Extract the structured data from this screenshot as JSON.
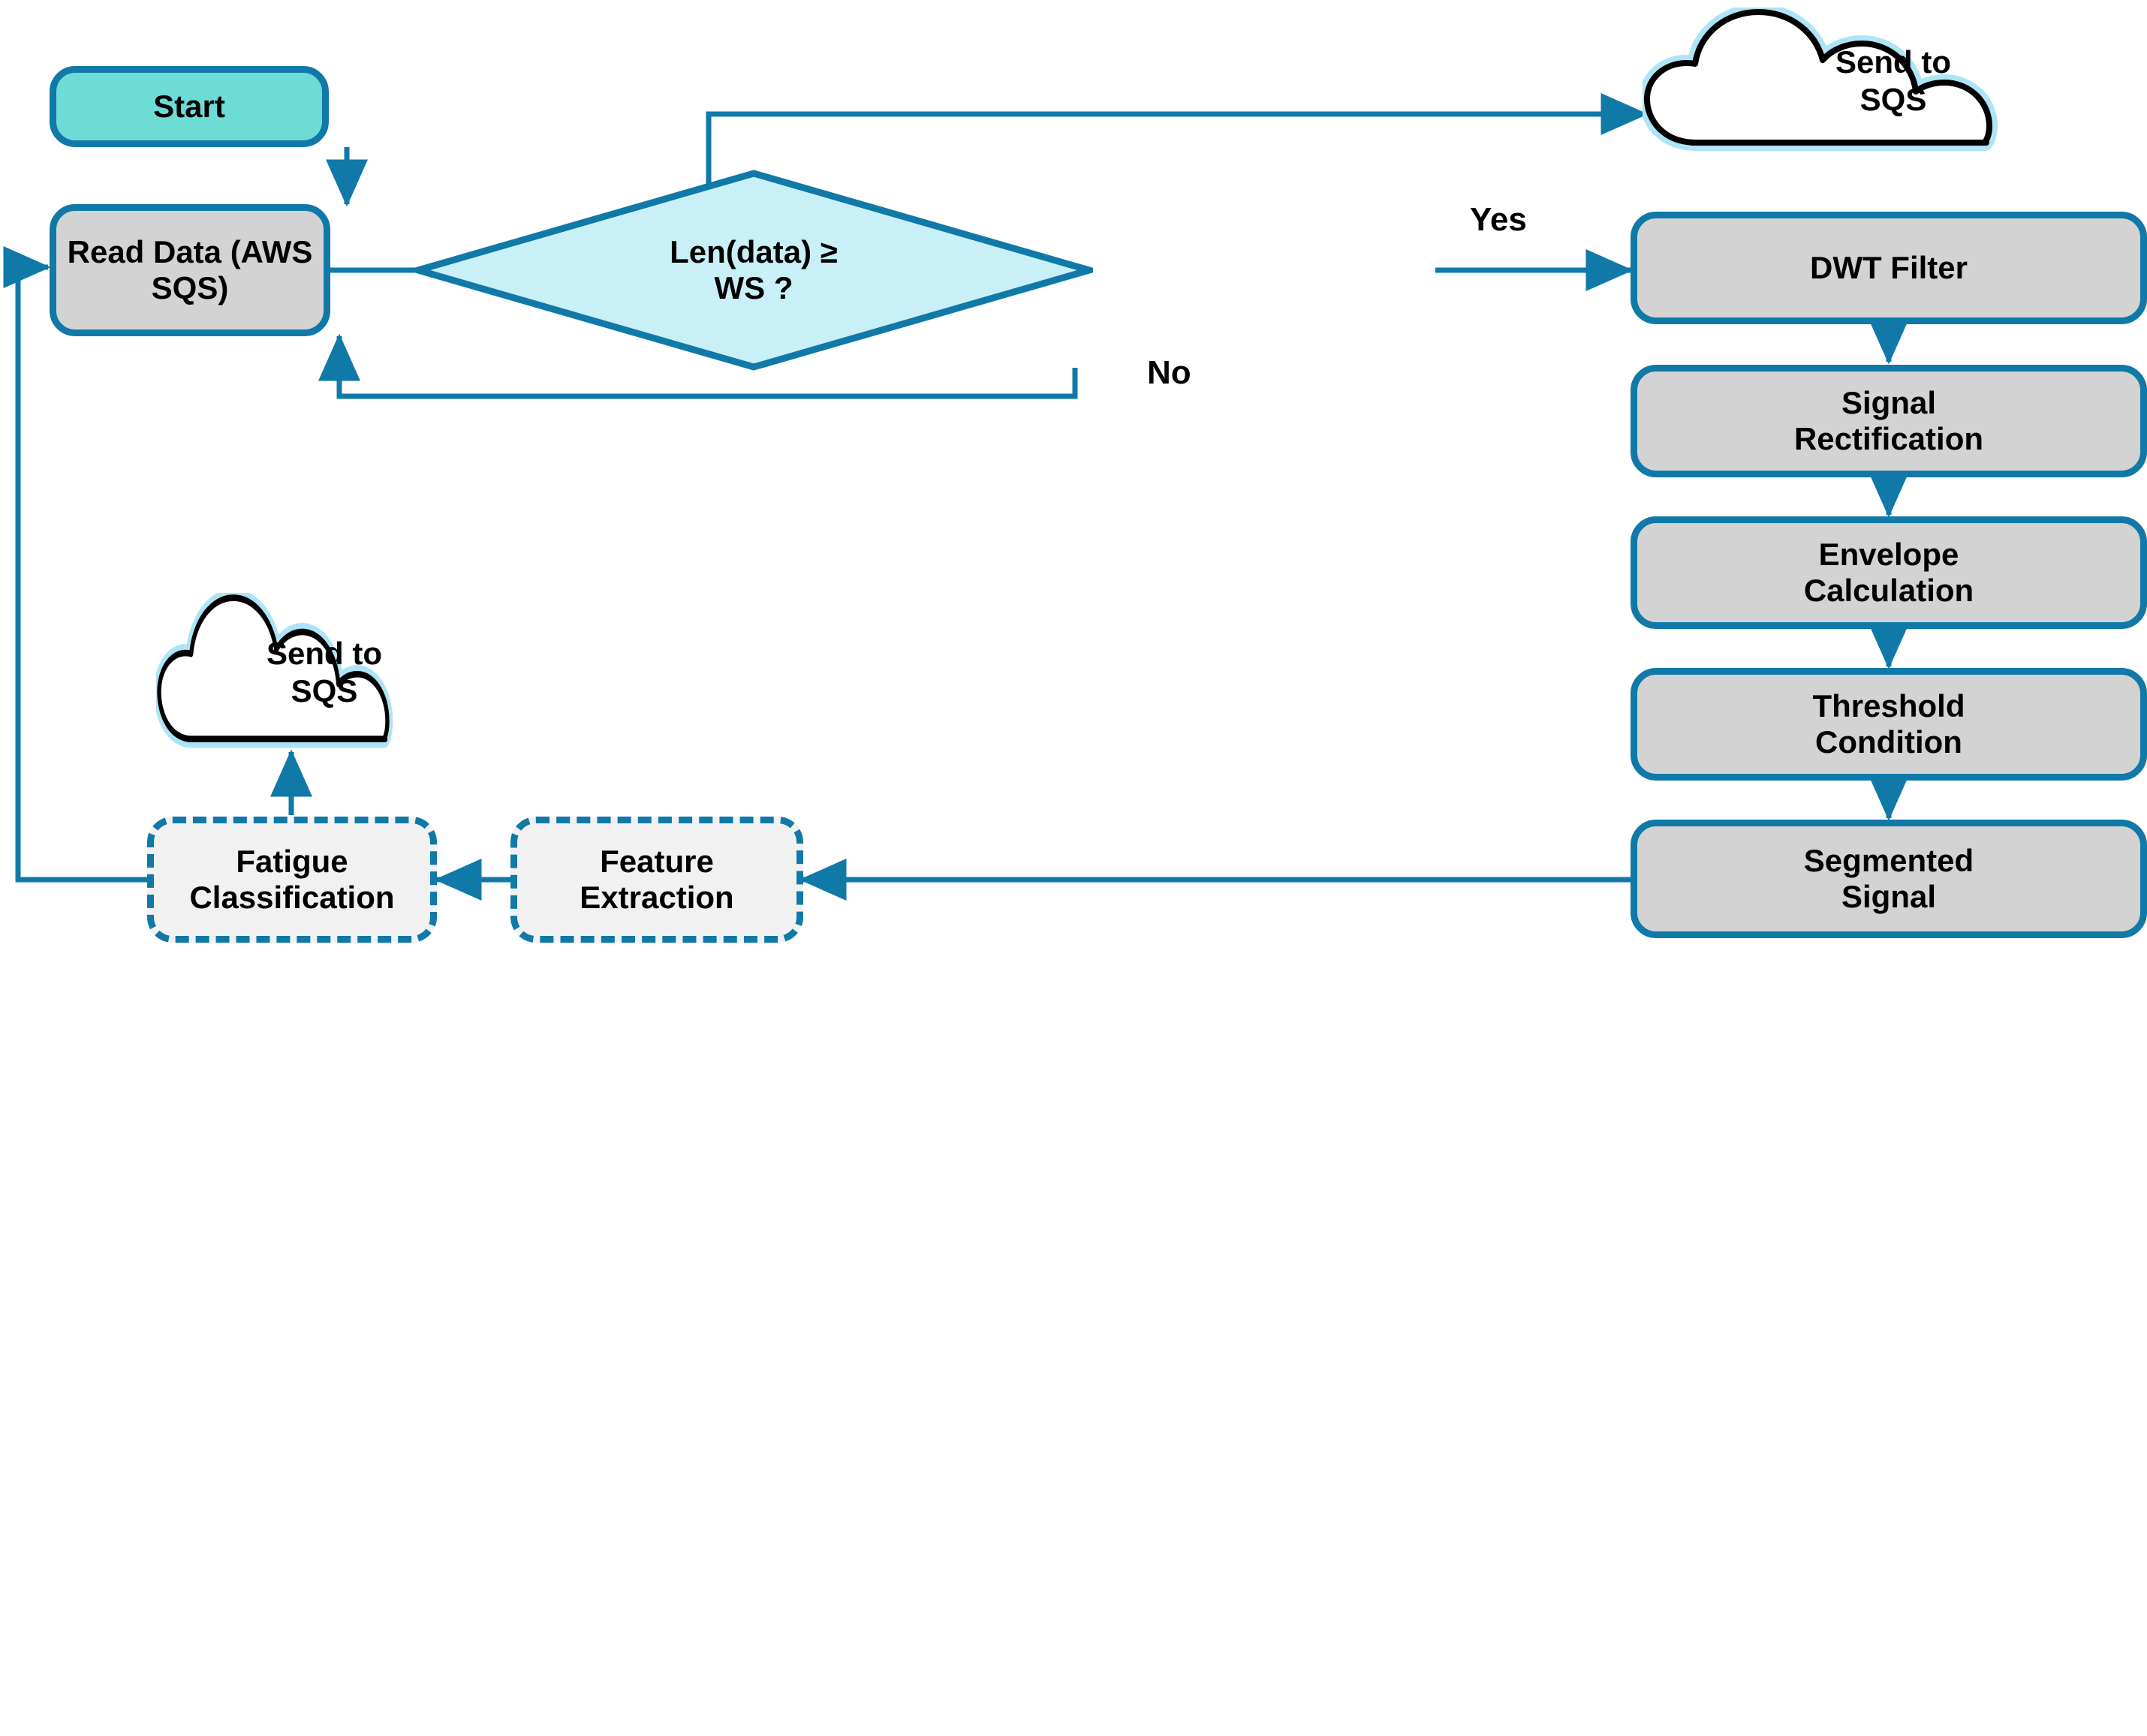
{
  "diagram": {
    "type": "flowchart",
    "title": "EMG fatigue classification pipeline",
    "colors": {
      "edge": "#1079a8",
      "border": "#1079a8",
      "start_fill": "#6ddcd5",
      "process_fill": "#d3d3d3",
      "decision_fill": "#c9f0f7",
      "dashed_fill": "#f1f1f1",
      "cloud_outline": "#000000",
      "cloud_glow": "#aee4f7",
      "text": "#000000",
      "background": "#ffffff"
    }
  },
  "nodes": {
    "start": {
      "label": "Start",
      "shape": "rounded-rect",
      "style": "start"
    },
    "read_data": {
      "label": "Read Data (AWS\nSQS)",
      "shape": "rounded-rect",
      "style": "process"
    },
    "decision": {
      "label": "Len(data) ≥\nWS ?",
      "shape": "diamond",
      "style": "decision"
    },
    "cloud_top": {
      "label": "Send to\nSQS",
      "shape": "cloud",
      "style": "cloud"
    },
    "cloud_bottom": {
      "label": "Send to\nSQS",
      "shape": "cloud",
      "style": "cloud"
    },
    "dwt_filter": {
      "label": "DWT Filter",
      "shape": "rounded-rect",
      "style": "process"
    },
    "signal_rectification": {
      "label": "Signal\nRectification",
      "shape": "rounded-rect",
      "style": "process"
    },
    "envelope_calculation": {
      "label": "Envelope\nCalculation",
      "shape": "rounded-rect",
      "style": "process"
    },
    "threshold_condition": {
      "label": "Threshold\nCondition",
      "shape": "rounded-rect",
      "style": "process"
    },
    "segmented_signal": {
      "label": "Segmented\nSignal",
      "shape": "rounded-rect",
      "style": "process"
    },
    "feature_extraction": {
      "label": "Feature\nExtraction",
      "shape": "rounded-rect",
      "style": "dashed"
    },
    "fatigue_classification": {
      "label": "Fatigue\nClassification",
      "shape": "rounded-rect",
      "style": "dashed"
    }
  },
  "edge_labels": {
    "yes": "Yes",
    "no": "No"
  },
  "edges": [
    {
      "from": "start",
      "to": "read_data"
    },
    {
      "from": "read_data",
      "to": "decision"
    },
    {
      "from": "read_data",
      "to": "cloud_top"
    },
    {
      "from": "decision",
      "to": "dwt_filter",
      "label": "Yes"
    },
    {
      "from": "decision",
      "to": "read_data",
      "label": "No"
    },
    {
      "from": "dwt_filter",
      "to": "signal_rectification"
    },
    {
      "from": "signal_rectification",
      "to": "envelope_calculation"
    },
    {
      "from": "envelope_calculation",
      "to": "threshold_condition"
    },
    {
      "from": "threshold_condition",
      "to": "segmented_signal"
    },
    {
      "from": "segmented_signal",
      "to": "feature_extraction"
    },
    {
      "from": "feature_extraction",
      "to": "fatigue_classification"
    },
    {
      "from": "fatigue_classification",
      "to": "cloud_bottom"
    },
    {
      "from": "fatigue_classification",
      "to": "read_data"
    }
  ]
}
